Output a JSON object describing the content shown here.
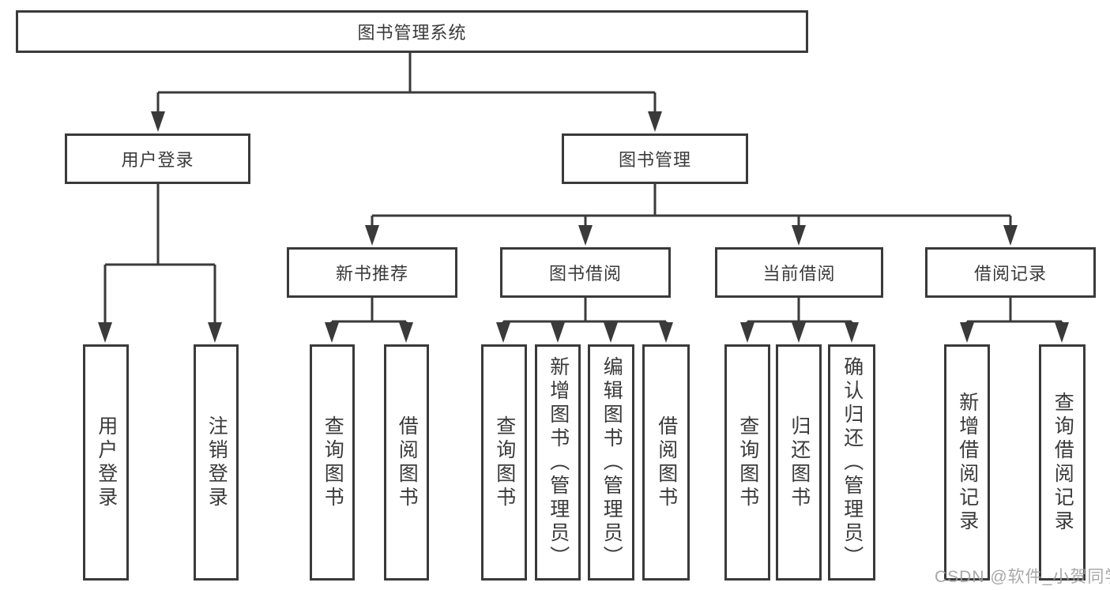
{
  "diagram": {
    "colors": {
      "line": "#3a3a3a",
      "box_border": "#3a3a3a",
      "text": "#3a3a3a",
      "background": "#ffffff",
      "watermark": "#9e9e9e"
    },
    "tree": {
      "label": "图书管理系统",
      "children": [
        {
          "label": "用户登录",
          "children": [
            {
              "label": "用户登录"
            },
            {
              "label": "注销登录"
            }
          ]
        },
        {
          "label": "图书管理",
          "children": [
            {
              "label": "新书推荐",
              "children": [
                {
                  "label": "查询图书"
                },
                {
                  "label": "借阅图书"
                }
              ]
            },
            {
              "label": "图书借阅",
              "children": [
                {
                  "label": "查询图书"
                },
                {
                  "label": "新增图书（管理员）"
                },
                {
                  "label": "编辑图书（管理员）"
                },
                {
                  "label": "借阅图书"
                }
              ]
            },
            {
              "label": "当前借阅",
              "children": [
                {
                  "label": "查询图书"
                },
                {
                  "label": "归还图书"
                },
                {
                  "label": "确认归还（管理员）"
                }
              ]
            },
            {
              "label": "借阅记录",
              "children": [
                {
                  "label": "新增借阅记录"
                },
                {
                  "label": "查询借阅记录"
                }
              ]
            }
          ]
        }
      ]
    },
    "watermark": {
      "text": "CSDN @软件_小贺同学"
    }
  }
}
